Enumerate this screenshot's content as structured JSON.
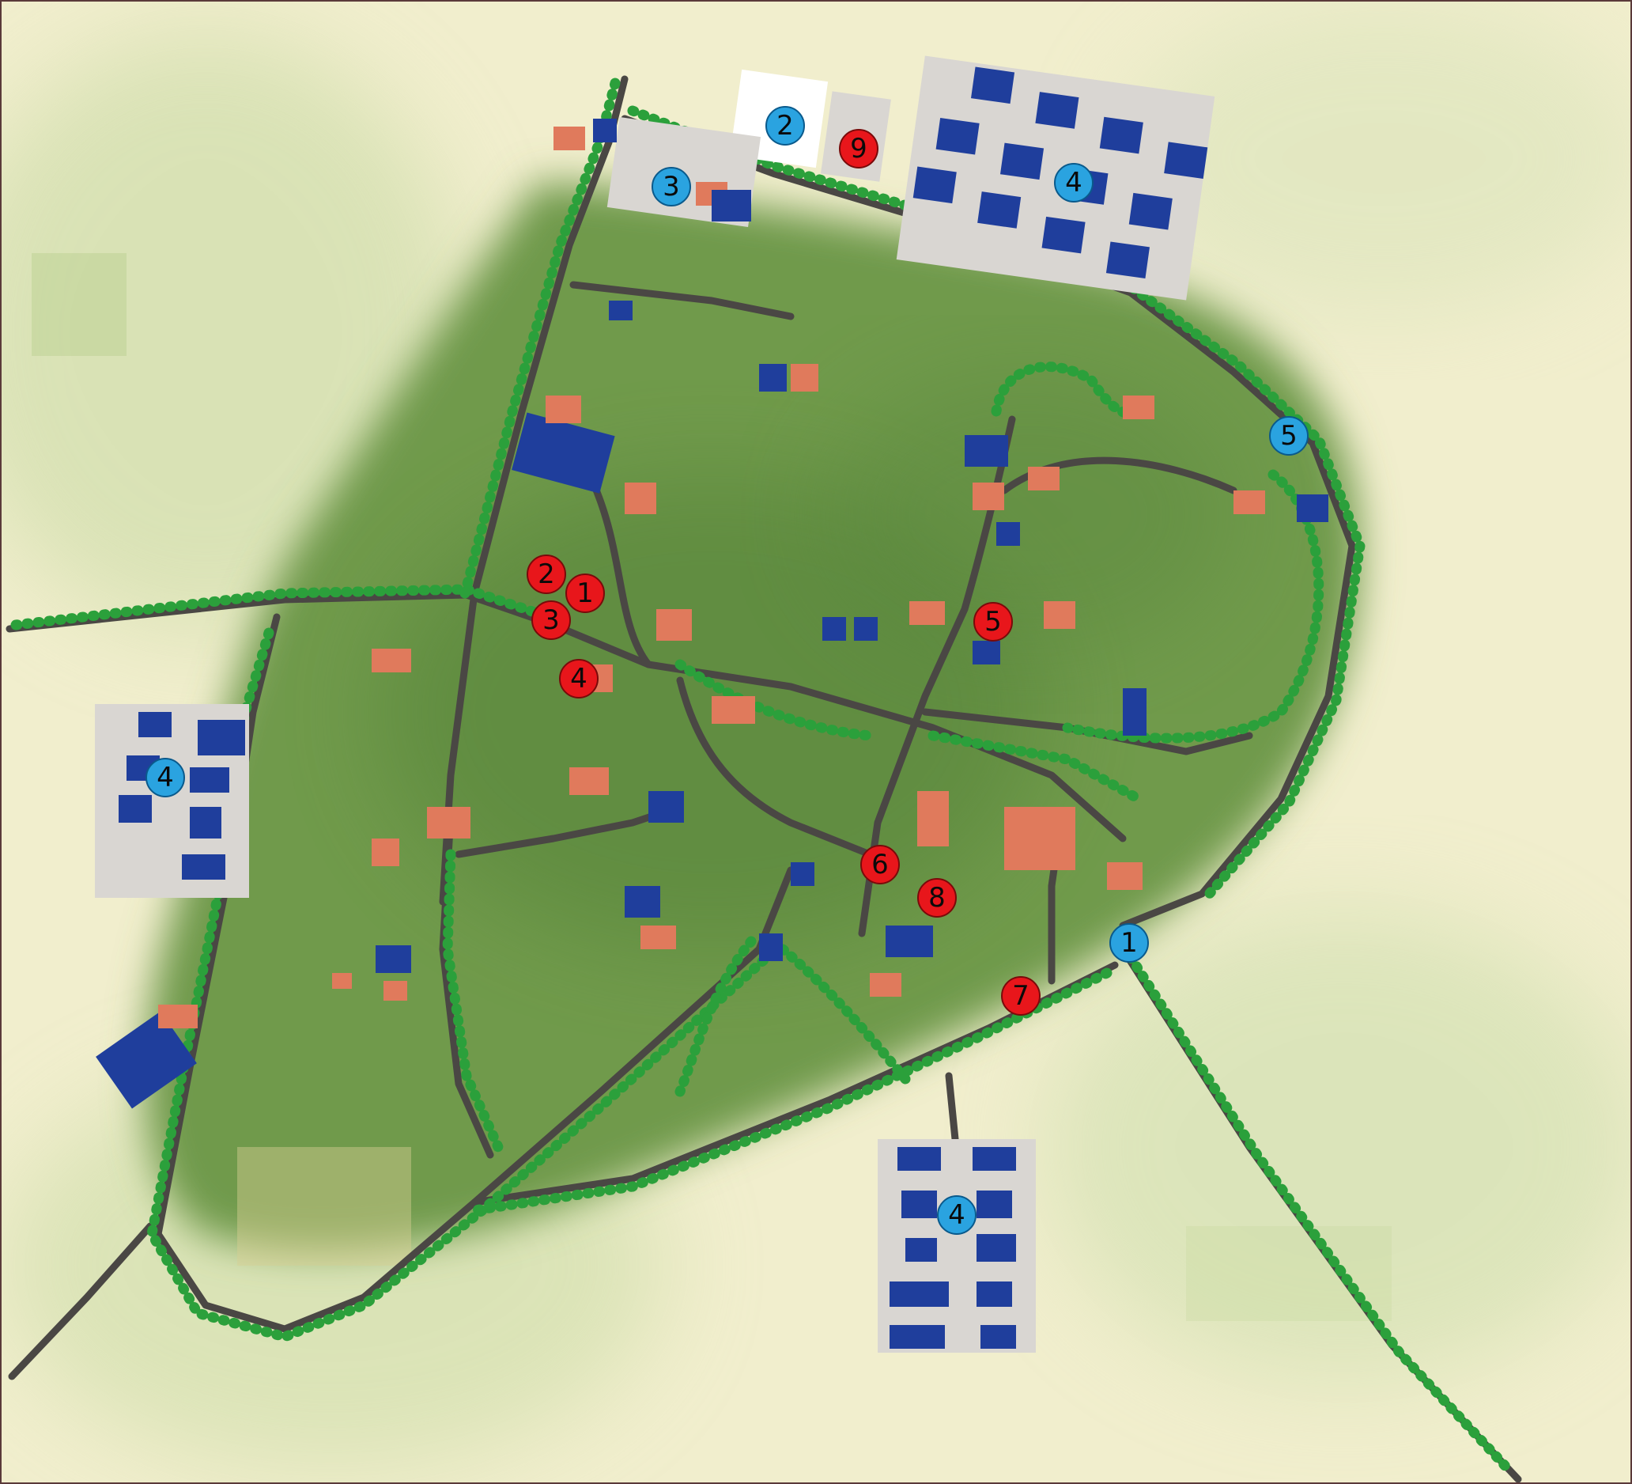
{
  "colors": {
    "meadow": "#6f9a4c",
    "meadow_dark": "#4f7e36",
    "sand": "#ece9c2",
    "road": "#4a4744",
    "tree": "#2ba03b",
    "tree_edge": "#145a1f",
    "roof_blue": "#1f3e9c",
    "roof_red": "#e07a5c",
    "lot": "#d9d6d2",
    "marker_blue": "#2aa3e0",
    "marker_red": "#e8161b"
  },
  "markers": {
    "blue": [
      {
        "id": "blue-1",
        "label": "1"
      },
      {
        "id": "blue-2",
        "label": "2"
      },
      {
        "id": "blue-3",
        "label": "3"
      },
      {
        "id": "blue-4-north",
        "label": "4"
      },
      {
        "id": "blue-4-west",
        "label": "4"
      },
      {
        "id": "blue-4-south",
        "label": "4"
      },
      {
        "id": "blue-5",
        "label": "5"
      }
    ],
    "red": [
      {
        "id": "red-1",
        "label": "1"
      },
      {
        "id": "red-2",
        "label": "2"
      },
      {
        "id": "red-3",
        "label": "3"
      },
      {
        "id": "red-4",
        "label": "4"
      },
      {
        "id": "red-5",
        "label": "5"
      },
      {
        "id": "red-6",
        "label": "6"
      },
      {
        "id": "red-7",
        "label": "7"
      },
      {
        "id": "red-8",
        "label": "8"
      },
      {
        "id": "red-9",
        "label": "9"
      }
    ]
  }
}
